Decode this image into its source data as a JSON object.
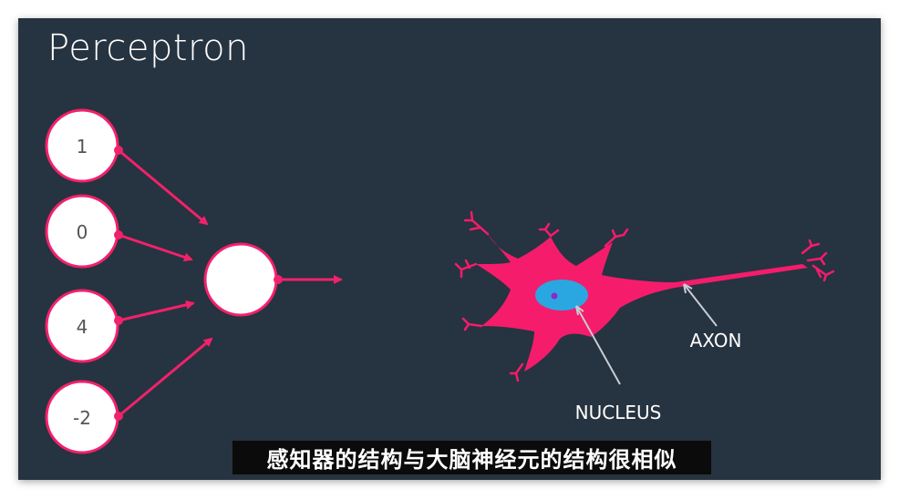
{
  "title": "Perceptron",
  "inputs": [
    "1",
    "0",
    "4",
    "-2"
  ],
  "labels": {
    "axon": "AXON",
    "nucleus": "NUCLEUS"
  },
  "caption": "感知器的结构与大脑神经元的结构很相似",
  "colors": {
    "background": "#263340",
    "arrow": "#f2216b",
    "neuron_body": "#f51c6c",
    "nucleus": "#2aa7e0",
    "nucleolus": "#8b2ac8",
    "label": "#ffffff",
    "pointer": "#c8cdd2"
  }
}
